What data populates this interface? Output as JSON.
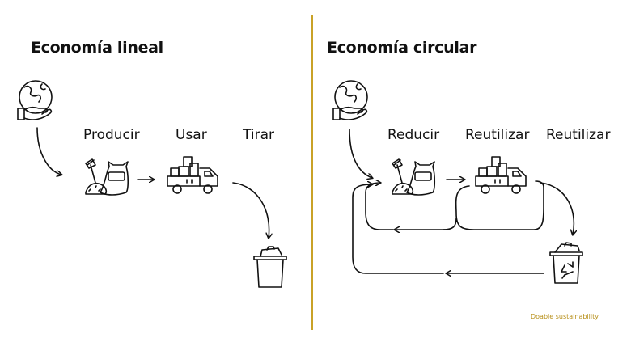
{
  "linear": {
    "title": "Economía lineal",
    "steps": [
      "Producir",
      "Usar",
      "Tirar"
    ]
  },
  "circular": {
    "title": "Economía circular",
    "steps": [
      "Reducir",
      "Reutilizar",
      "Reutilizar"
    ]
  },
  "credit": "Doable sustainability",
  "colors": {
    "divider": "#c9a227",
    "credit": "#b8901a",
    "ink": "#111111"
  },
  "icons": [
    "globe-hand-icon",
    "shovel-sack-icon",
    "delivery-truck-icon",
    "trash-can-icon",
    "recycle-bin-icon"
  ]
}
